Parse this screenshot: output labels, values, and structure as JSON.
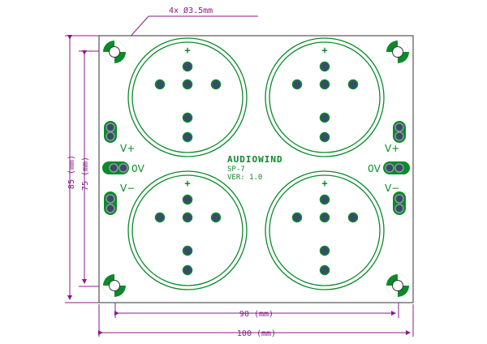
{
  "annotations": {
    "hole_callout": "4x Ø3.5mm",
    "height_outer": "85 (mm)",
    "height_inner": "75 (mm)",
    "width_inner": "90 (mm)",
    "width_outer": "100 (mm)"
  },
  "board": {
    "brand": "AUDIOWIND",
    "model": "SP-7",
    "version": "VER: 1.0",
    "left_labels": [
      "V+",
      "0V",
      "V−"
    ],
    "right_labels": [
      "V+",
      "0V",
      "V−"
    ],
    "polarity_mark": "+"
  },
  "colors": {
    "dimension": "#8a1a8a",
    "silkscreen": "#0a8a2a",
    "pad": "#3a4a6a"
  }
}
